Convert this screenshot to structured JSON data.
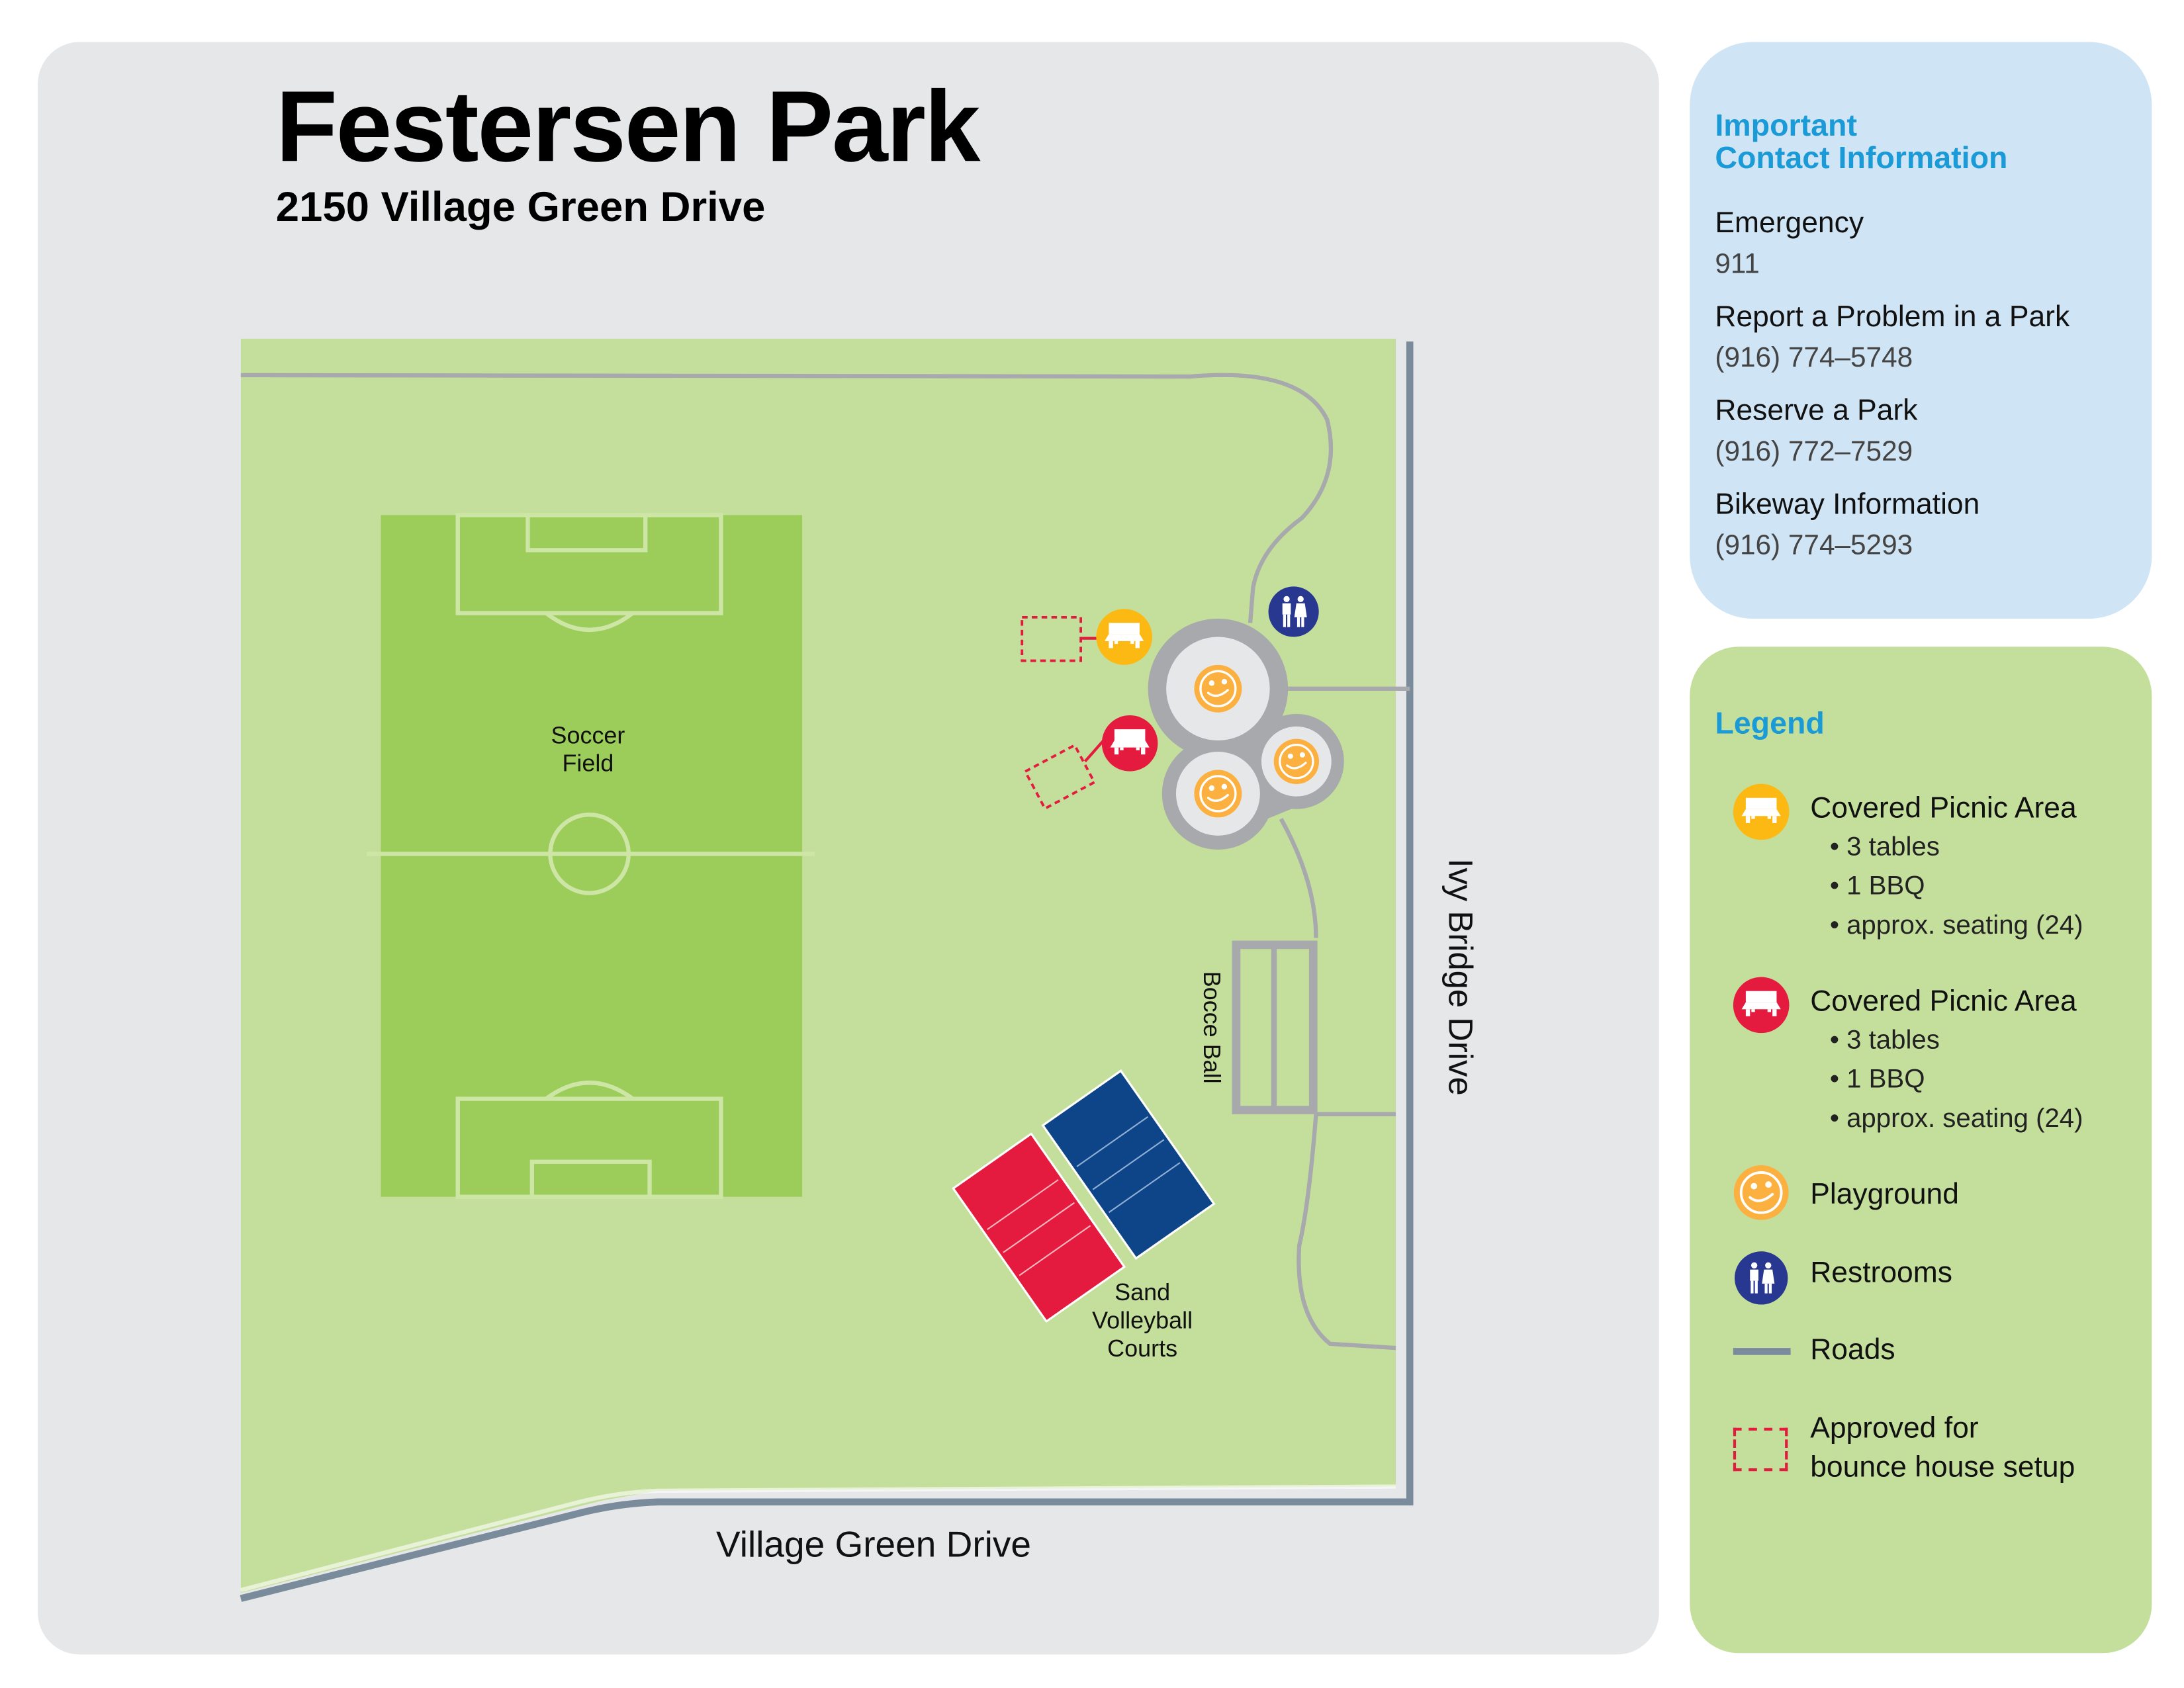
{
  "header": {
    "title": "Festersen Park",
    "address": "2150 Village Green Drive"
  },
  "map": {
    "labels": {
      "soccer": [
        "Soccer",
        "Field"
      ],
      "bocce": "Bocce Ball",
      "volleyball": [
        "Sand",
        "Volleyball",
        "Courts"
      ],
      "east_road": "Ivy Bridge Drive",
      "south_road": "Village Green Drive"
    }
  },
  "contact": {
    "title": [
      "Important",
      "Contact Information"
    ],
    "items": [
      {
        "label": "Emergency",
        "value": "911"
      },
      {
        "label": "Report a Problem in a Park",
        "value": "(916) 774–5748"
      },
      {
        "label": "Reserve a Park",
        "value": "(916) 772–7529"
      },
      {
        "label": "Bikeway Information",
        "value": "(916) 774–5293"
      }
    ]
  },
  "legend": {
    "title": "Legend",
    "items": [
      {
        "icon": "picnic-yellow-icon",
        "label": "Covered Picnic Area",
        "details": [
          "• 3 tables",
          "• 1 BBQ",
          "• approx. seating (24)"
        ]
      },
      {
        "icon": "picnic-red-icon",
        "label": "Covered Picnic Area",
        "details": [
          "• 3 tables",
          "• 1 BBQ",
          "• approx. seating (24)"
        ]
      },
      {
        "icon": "playground-icon",
        "label": "Playground"
      },
      {
        "icon": "restroom-icon",
        "label": "Restrooms"
      },
      {
        "icon": "road-icon",
        "label": "Roads"
      },
      {
        "icon": "bounce-house-icon",
        "label": [
          "Approved for",
          "bounce house setup"
        ]
      }
    ]
  },
  "colors": {
    "park": "#c4df9b",
    "field": "#9ccc5a",
    "road": "#7a8b9b",
    "path": "#a7a9ac",
    "yellow": "#fdb913",
    "red": "#e51a3f",
    "blue": "#283891",
    "orange": "#fbb040",
    "accent": "#1a9ad6"
  }
}
